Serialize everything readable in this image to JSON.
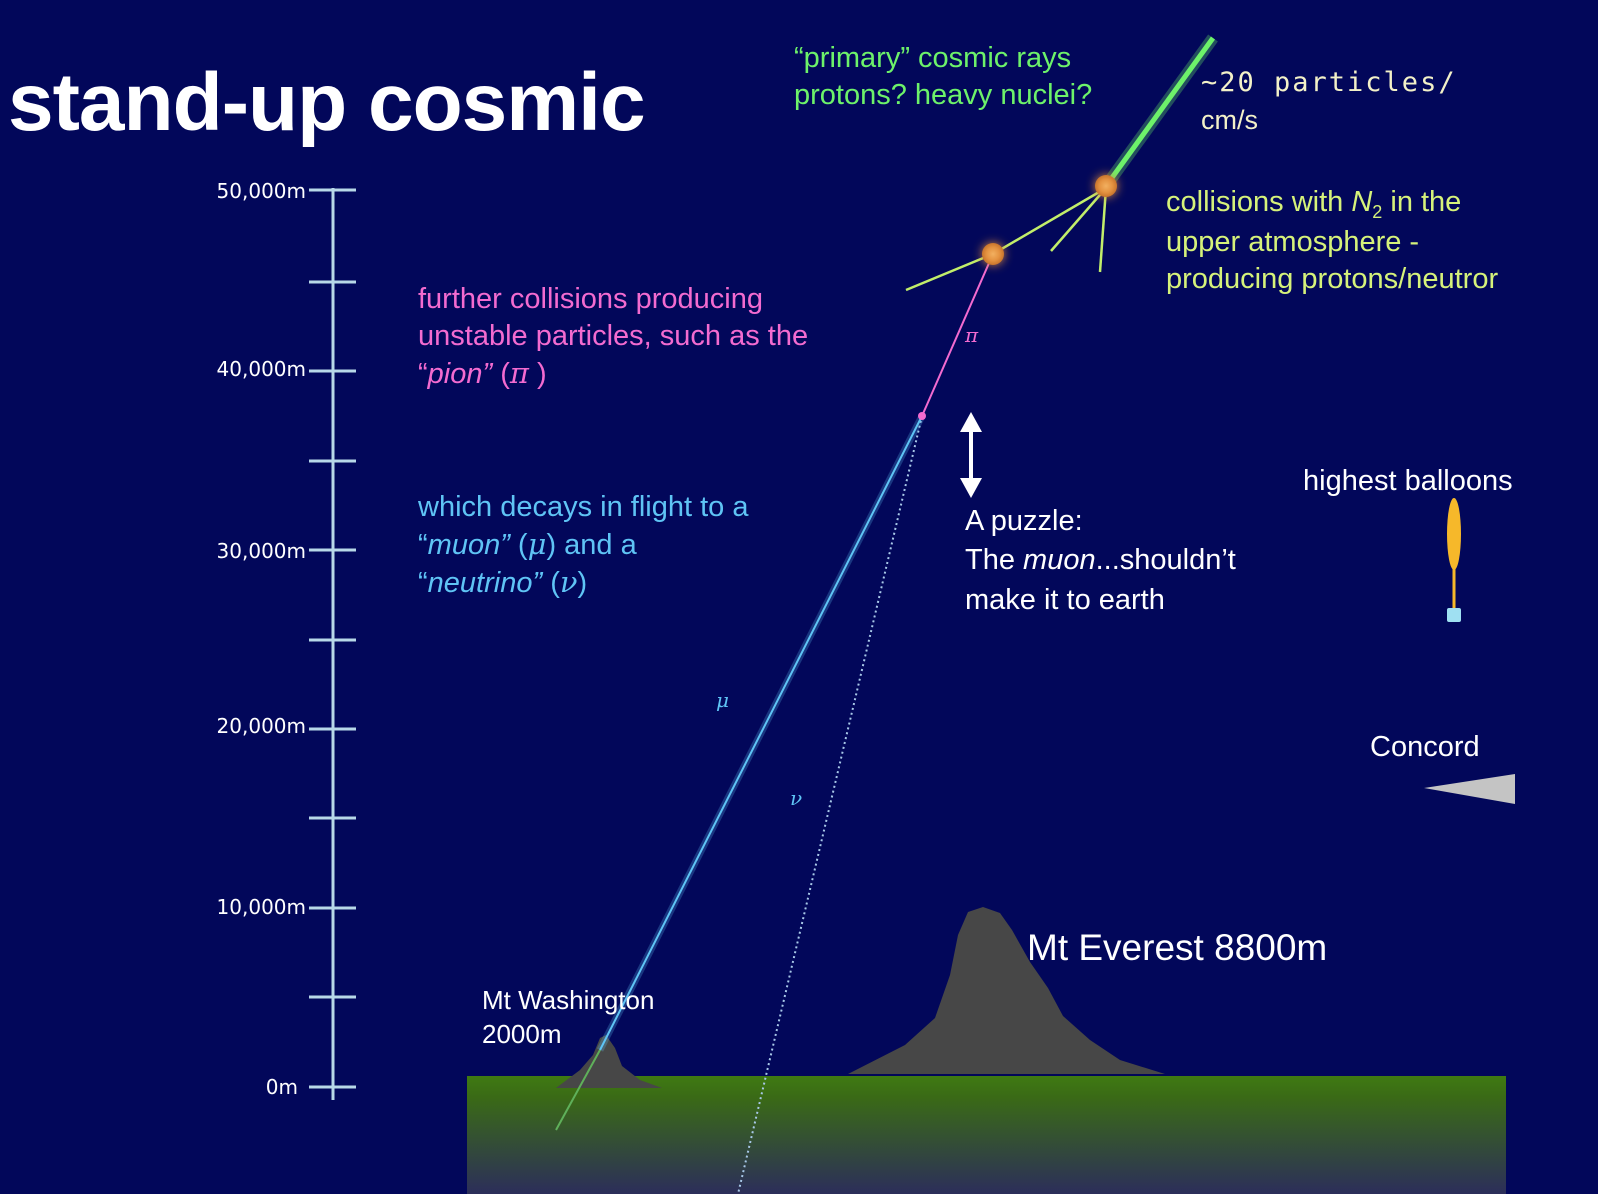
{
  "title": "stand-up cosmic",
  "primary_label": {
    "line1": "“primary” cosmic rays",
    "line2": "protons? heavy nuclei?"
  },
  "flux_label": {
    "line1": "~20  particles/",
    "line2": "cm/s"
  },
  "collisions_label": {
    "line1_prefix": "collisions with ",
    "n2": "N",
    "n2_sub": "2",
    "line1_suffix": " in the",
    "line2": "upper atmosphere -",
    "line3": "producing protons/neutror"
  },
  "pion_text": {
    "line1": "further collisions producing",
    "line2": "unstable particles, such as the",
    "line3_open": "“",
    "line3_name": "pion”",
    "line3_paren_open": " (",
    "line3_symbol": "π",
    "line3_paren_close": " )"
  },
  "decay_text": {
    "line1": "which decays in flight to a",
    "muon_open": "“",
    "muon_name": "muon”",
    "muon_paren_open": " (",
    "muon_symbol": "μ",
    "muon_paren_close": ") and a",
    "nu_open": "“",
    "nu_name": "neutrino”",
    "nu_paren_open": " (",
    "nu_symbol": "ν",
    "nu_paren_close": ")"
  },
  "puzzle": {
    "line1": "A puzzle:",
    "line2_prefix": "The ",
    "line2_em": "muon",
    "line2_suffix": "...shouldn’t",
    "line3": "make it to earth"
  },
  "track_labels": {
    "pion": "π",
    "muon": "μ",
    "neutrino": "ν"
  },
  "balloons_label": "highest balloons",
  "concord_label": "Concord",
  "everest_label": "Mt Everest 8800m",
  "washington_label": {
    "line1": "Mt Washington",
    "line2": "2000m"
  },
  "altitude_scale": {
    "labels": [
      "50,000m",
      "40,000m",
      "30,000m",
      "20,000m",
      "10,000m",
      "0m"
    ]
  },
  "colors": {
    "background": "#02075a",
    "primary": "#6df26a",
    "collision_text": "#d6f27a",
    "pion": "#f36bd0",
    "muon": "#5fc4f5",
    "scale": "#b8d8e8",
    "mountain": "#474747",
    "ground": "#3f7a12",
    "balloon": "#f6b82a",
    "concord": "#c4c4c4"
  }
}
